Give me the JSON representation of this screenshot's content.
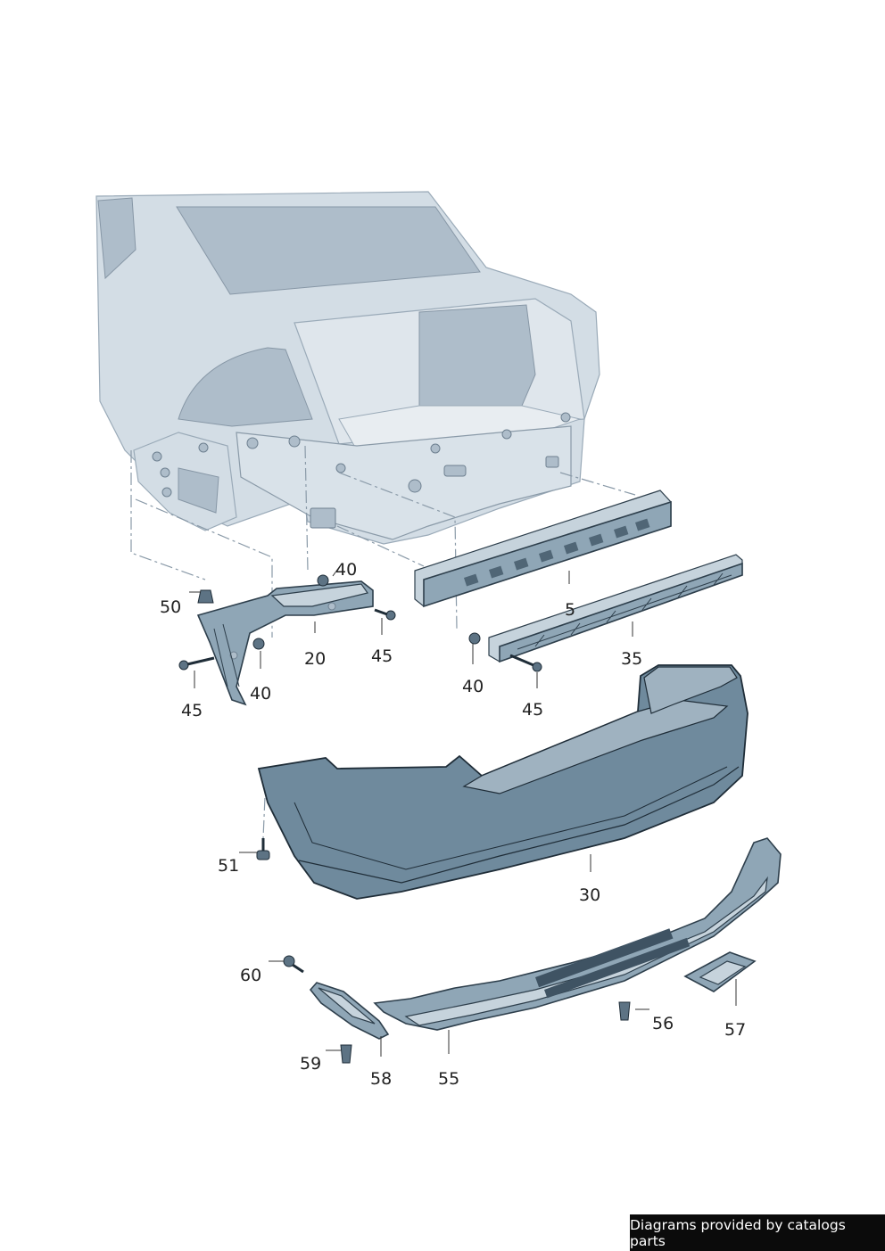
{
  "callouts": {
    "c5": "5",
    "c20": "20",
    "c30": "30",
    "c35": "35",
    "c40a": "40",
    "c40b": "40",
    "c40c": "40",
    "c45a": "45",
    "c45b": "45",
    "c45c": "45",
    "c50": "50",
    "c51": "51",
    "c55": "55",
    "c56": "56",
    "c57": "57",
    "c58": "58",
    "c59": "59",
    "c60": "60"
  },
  "footer": {
    "credit": "Diagrams provided by catalogs parts"
  }
}
